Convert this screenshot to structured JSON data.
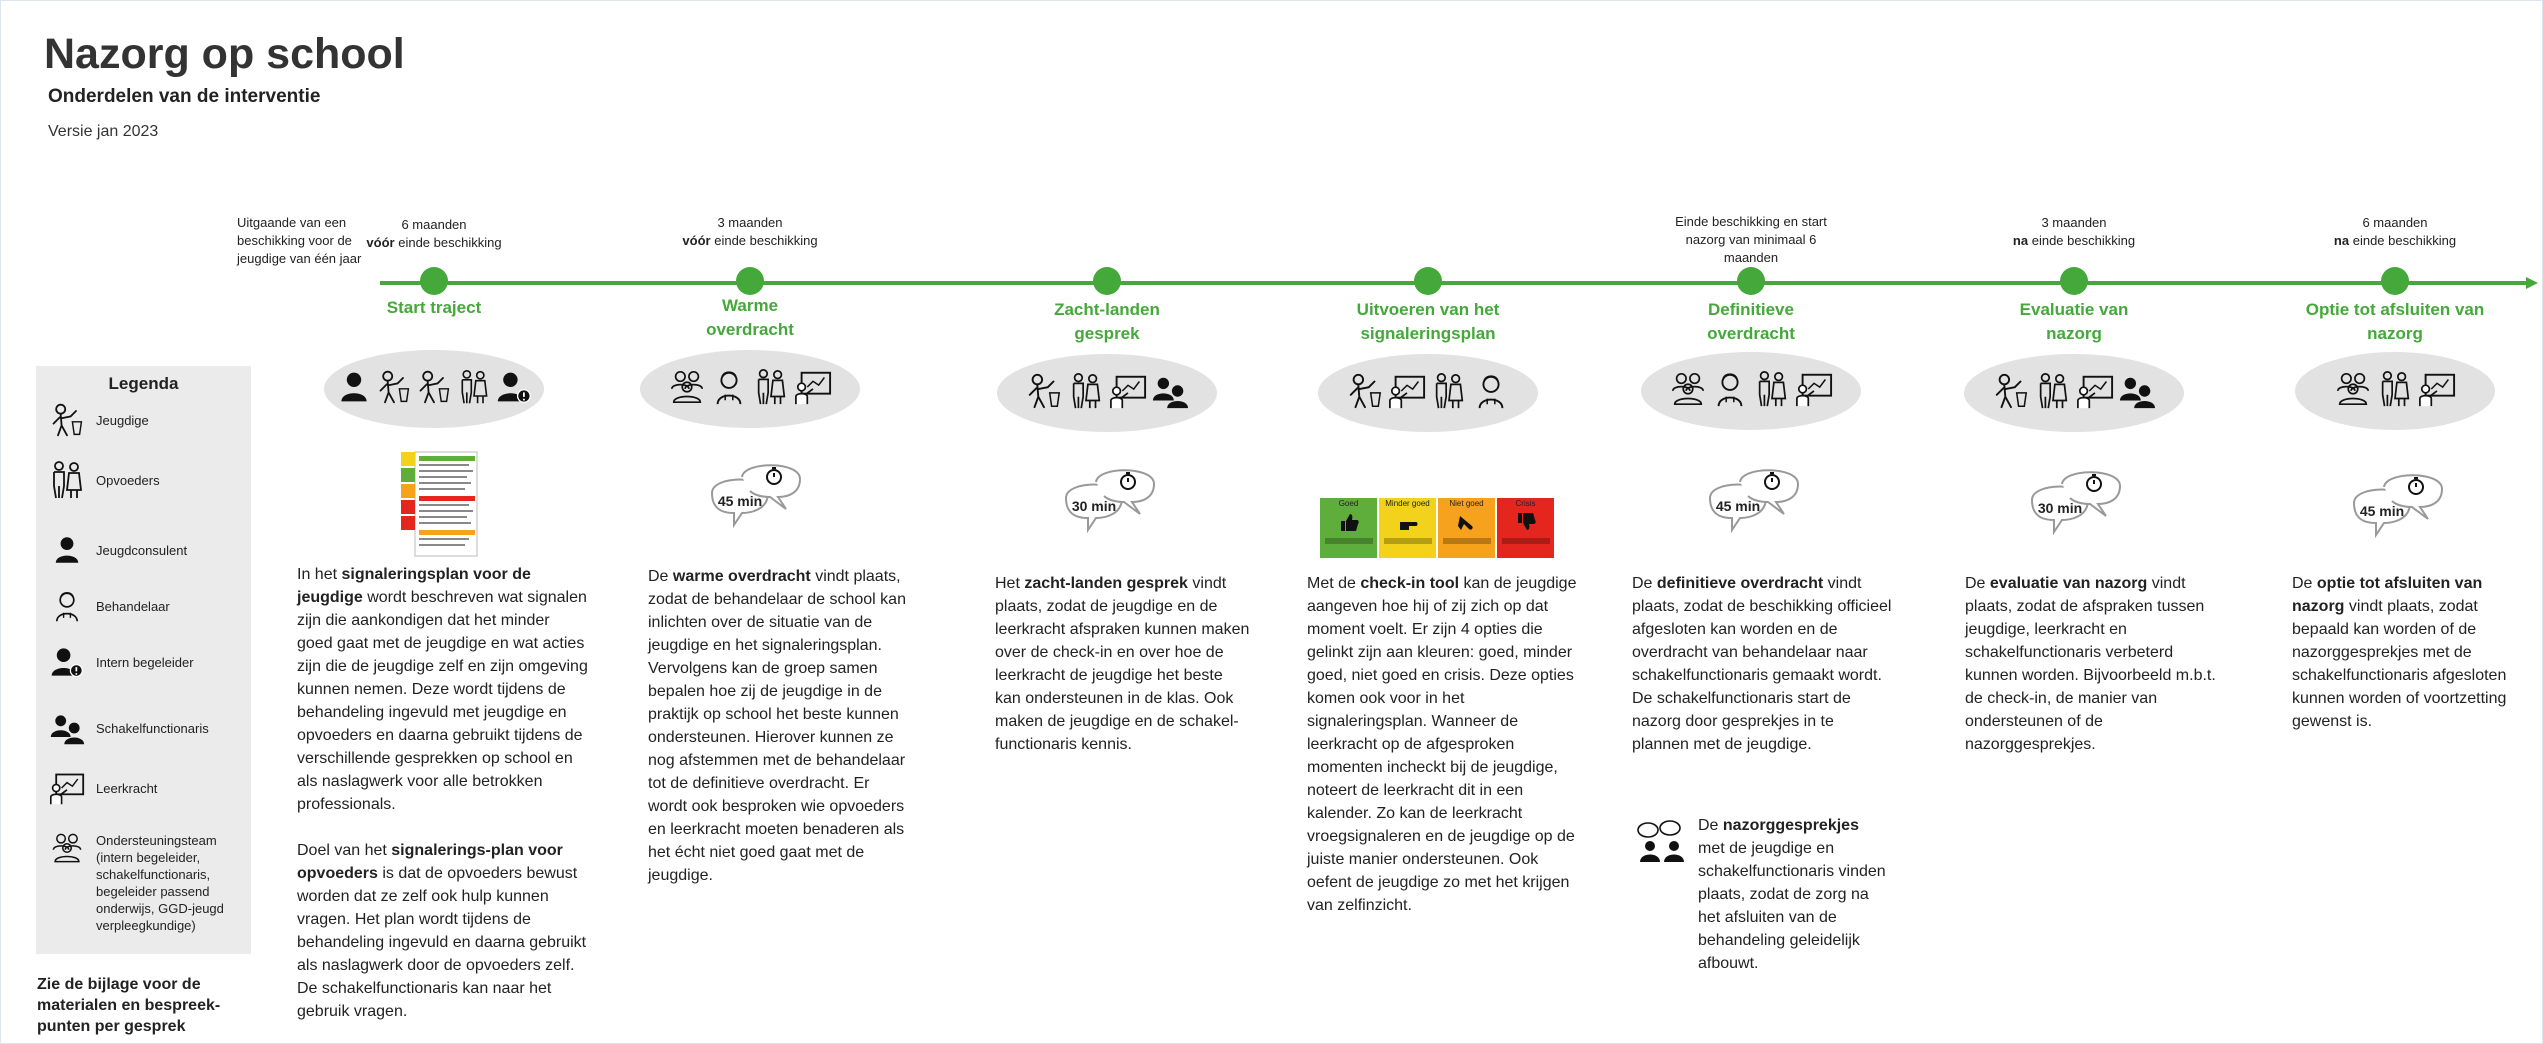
{
  "header": {
    "title": "Nazorg op school",
    "subtitle": "Onderdelen van de interventie",
    "version": "Versie jan 2023"
  },
  "timeline": {
    "intro": "Uitgaande van een beschikking voor de jeugdige van één jaar",
    "color": "#44a93a"
  },
  "stages": [
    {
      "top_pre": "6 maanden",
      "top_bold": "vóór",
      "top_post": "einde beschikking",
      "name": "Start traject",
      "icons": [
        "child-icon",
        "consultant-icon",
        "child-icon",
        "parents-icon",
        "intern-guide-icon"
      ]
    },
    {
      "top_pre": "3 maanden",
      "top_bold": "vóór",
      "top_post": "einde beschikking",
      "name": "Warme overdracht",
      "icons": [
        "support-team-icon",
        "practitioner-icon",
        "parents-icon",
        "teacher-icon"
      ],
      "duration": "45 min"
    },
    {
      "name": "Zacht-landen gesprek",
      "icons": [
        "child-icon",
        "parents-icon",
        "teacher-icon",
        "liaison-icon"
      ],
      "duration": "30 min"
    },
    {
      "name": "Uitvoeren van het signaleringsplan",
      "icons": [
        "child-icon",
        "teacher-icon",
        "parents-icon",
        "practitioner-icon"
      ]
    },
    {
      "top_text": "Einde beschikking en start nazorg van minimaal 6 maanden",
      "name": "Definitieve overdracht",
      "icons": [
        "support-team-icon",
        "practitioner-icon",
        "parents-icon",
        "teacher-icon"
      ],
      "duration": "45 min"
    },
    {
      "top_pre": "3 maanden",
      "top_bold": "na",
      "top_post": "einde beschikking",
      "name": "Evaluatie van nazorg",
      "icons": [
        "child-icon",
        "parents-icon",
        "teacher-icon",
        "liaison-icon"
      ],
      "duration": "30 min"
    },
    {
      "top_pre": "6 maanden",
      "top_bold": "na",
      "top_post": "einde beschikking",
      "name": "Optie tot afsluiten van nazorg",
      "icons": [
        "support-team-icon",
        "parents-icon",
        "teacher-icon"
      ],
      "duration": "45 min"
    }
  ],
  "descriptions": {
    "start_a_pre": "In het ",
    "start_a_bold": "signaleringsplan voor de jeugdige",
    "start_a_post": " wordt beschreven wat signalen zijn die aankondigen dat het minder goed gaat met de jeugdige en wat acties zijn die de jeugdige zelf en zijn omgeving kunnen nemen. Deze wordt tijdens de behandeling ingevuld met jeugdige en opvoeders en daarna gebruikt tijdens de verschillende gesprekken op school en als naslagwerk voor alle betrokken professionals.",
    "start_b_pre": "Doel van het ",
    "start_b_bold": "signalerings-plan voor opvoeders",
    "start_b_post": " is dat de opvoeders bewust worden dat ze zelf ook hulp kunnen vragen. Het plan wordt tijdens de behandeling ingevuld en daarna gebruikt als naslagwerk door de opvoeders zelf. De schakelfunctionaris kan naar het gebruik vragen.",
    "warm_pre": "De ",
    "warm_bold": "warme overdracht",
    "warm_post": " vindt plaats, zodat de behandelaar de school kan inlichten over de situatie van de jeugdige en het signaleringsplan. Vervolgens kan de groep samen bepalen hoe zij de jeugdige in de praktijk op school het beste kunnen ondersteunen. Hierover kunnen ze nog afstemmen met de behandelaar tot de definitieve overdracht. Er wordt ook besproken wie opvoeders en leerkracht moeten benaderen als het écht niet goed gaat met de jeugdige.",
    "zacht_pre": "Het ",
    "zacht_bold": "zacht-landen gesprek",
    "zacht_post": " vindt plaats, zodat de jeugdige en de leerkracht afspraken kunnen maken over de check-in en over hoe de leerkracht de jeugdige het beste kan ondersteunen in de klas. Ook maken de jeugdige en de schakel-functionaris kennis.",
    "sign_pre": "Met de ",
    "sign_bold": "check-in tool",
    "sign_post": " kan de jeugdige aangeven hoe hij of zij zich op dat moment voelt. Er zijn 4 opties die gelinkt zijn aan kleuren: goed, minder goed, niet goed en crisis. Deze opties komen ook voor in het signaleringsplan. Wanneer de leerkracht op de afgesproken momenten incheckt bij de jeugdige, noteert de leerkracht dit in een kalender. Zo kan de leerkracht vroegsignaleren en de jeugdige op de juiste manier ondersteunen. Ook oefent de jeugdige zo met het krijgen van zelfinzicht.",
    "def_pre": "De ",
    "def_bold": "definitieve overdracht",
    "def_post": " vindt plaats, zodat de beschikking officieel afgesloten kan worden en de overdracht van behandelaar naar schakelfunctionaris gemaakt wordt. De schakelfunctionaris start de nazorg door gesprekjes in te plannen met de jeugdige.",
    "nazorg_pre": "De ",
    "nazorg_bold": "nazorggesprekjes",
    "nazorg_post": " met de jeugdige en schakelfunctionaris vinden plaats, zodat de zorg na het afsluiten van de behandeling geleidelijk afbouwt.",
    "eval_pre": "De ",
    "eval_bold": "evaluatie van nazorg",
    "eval_post": " vindt plaats, zodat de afspraken tussen jeugdige, leerkracht en schakelfunctionaris verbeterd kunnen worden. Bijvoorbeeld m.b.t. de check-in, de manier van ondersteunen of de nazorggesprekjes.",
    "optie_pre": "De ",
    "optie_bold": "optie tot afsluiten van nazorg",
    "optie_post": " vindt plaats, zodat bepaald kan worden of de nazorggesprekjes met de schakelfunctionaris afgesloten kunnen worden of voortzetting gewenst is."
  },
  "checkin_tool": {
    "options": [
      {
        "label": "Goed",
        "color": "#5fae3c"
      },
      {
        "label": "Minder goed",
        "color": "#f2d21b"
      },
      {
        "label": "Niet goed",
        "color": "#f6a21c"
      },
      {
        "label": "Crisis",
        "color": "#e4261f"
      }
    ]
  },
  "legend": {
    "title": "Legenda",
    "items": [
      {
        "label": "Jeugdige",
        "icon": "child-icon"
      },
      {
        "label": "Opvoeders",
        "icon": "parents-icon"
      },
      {
        "label": "Jeugdconsulent",
        "icon": "consultant-icon"
      },
      {
        "label": "Behandelaar",
        "icon": "practitioner-icon"
      },
      {
        "label": "Intern begeleider",
        "icon": "intern-guide-icon"
      },
      {
        "label": "Schakelfunctionaris",
        "icon": "liaison-icon"
      },
      {
        "label": "Leerkracht",
        "icon": "teacher-icon"
      },
      {
        "label": "Ondersteuningsteam (intern begeleider, schakelfunctionaris, begeleider passend onderwijs, GGD-jeugd verpleegkundige)",
        "icon": "support-team-icon"
      }
    ],
    "note": "Zie de bijlage voor de materialen en bespreek-punten per gesprek"
  }
}
